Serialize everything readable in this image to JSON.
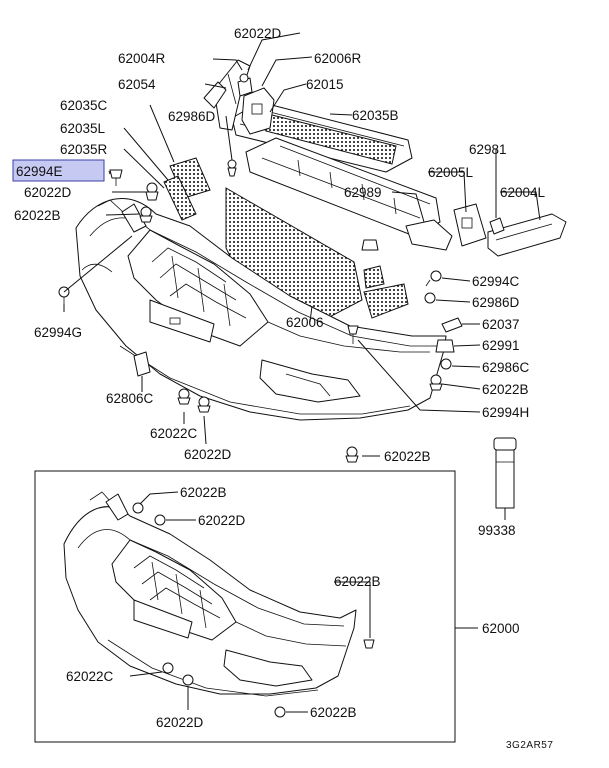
{
  "diagram": {
    "parts": {
      "p62022D_top": "62022D",
      "p62004R": "62004R",
      "p62006R": "62006R",
      "p62054": "62054",
      "p62015": "62015",
      "p62035C": "62035C",
      "p62035B": "62035B",
      "p62986D_top": "62986D",
      "p62035L": "62035L",
      "p62035R": "62035R",
      "p62981": "62981",
      "p62994E": "62994E",
      "p62005L": "62005L",
      "p62022D_left": "62022D",
      "p62989": "62989",
      "p62004L": "62004L",
      "p62022B_left": "62022B",
      "p62994C": "62994C",
      "p62986D_right": "62986D",
      "p62006": "62006",
      "p62994G": "62994G",
      "p62037": "62037",
      "p62991": "62991",
      "p62986C": "62986C",
      "p62022B_right": "62022B",
      "p62806C": "62806C",
      "p62994H": "62994H",
      "p62022C_mid": "62022C",
      "p62022D_mid": "62022D",
      "p62022B_mid": "62022B",
      "p99338": "99338",
      "p62022B_box1": "62022B",
      "p62022D_box1": "62022D",
      "p62022B_box2": "62022B",
      "p62000": "62000",
      "p62022C_box": "62022C",
      "p62022B_box3": "62022B",
      "p62022D_box2": "62022D"
    },
    "diagram_code": "3G2AR57",
    "highlight_color": "#c6c9f2"
  }
}
